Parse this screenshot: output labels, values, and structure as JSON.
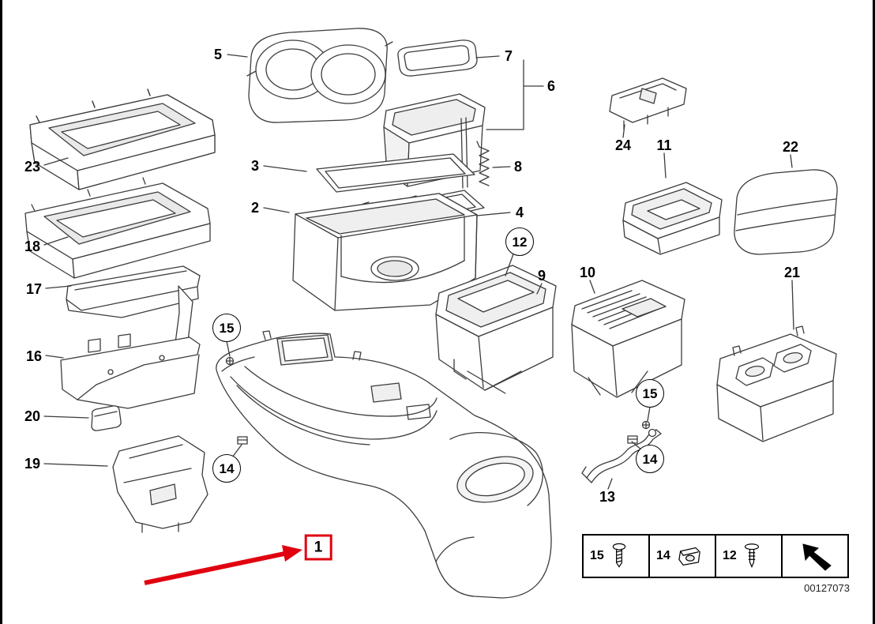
{
  "diagram": {
    "doc_number": "00127073",
    "colors": {
      "highlight_red": "#e1000f",
      "line": "#3c3c3c"
    }
  },
  "selection": {
    "selected_part": "1"
  },
  "part_labels": {
    "p1": "1",
    "p2": "2",
    "p3": "3",
    "p4": "4",
    "p5": "5",
    "p6": "6",
    "p7": "7",
    "p8": "8",
    "p9": "9",
    "p10": "10",
    "p11": "11",
    "p12": "12",
    "p13": "13",
    "p14": "14",
    "p15": "15",
    "p16": "16",
    "p17": "17",
    "p18": "18",
    "p19": "19",
    "p20": "20",
    "p21": "21",
    "p22": "22",
    "p23": "23",
    "p24": "24"
  },
  "legend": {
    "items": [
      {
        "label": "15",
        "icon": "screw-icon"
      },
      {
        "label": "14",
        "icon": "clip-nut-icon"
      },
      {
        "label": "12",
        "icon": "expanding-rivet-icon"
      },
      {
        "icon": "direction-arrow-icon"
      }
    ]
  }
}
